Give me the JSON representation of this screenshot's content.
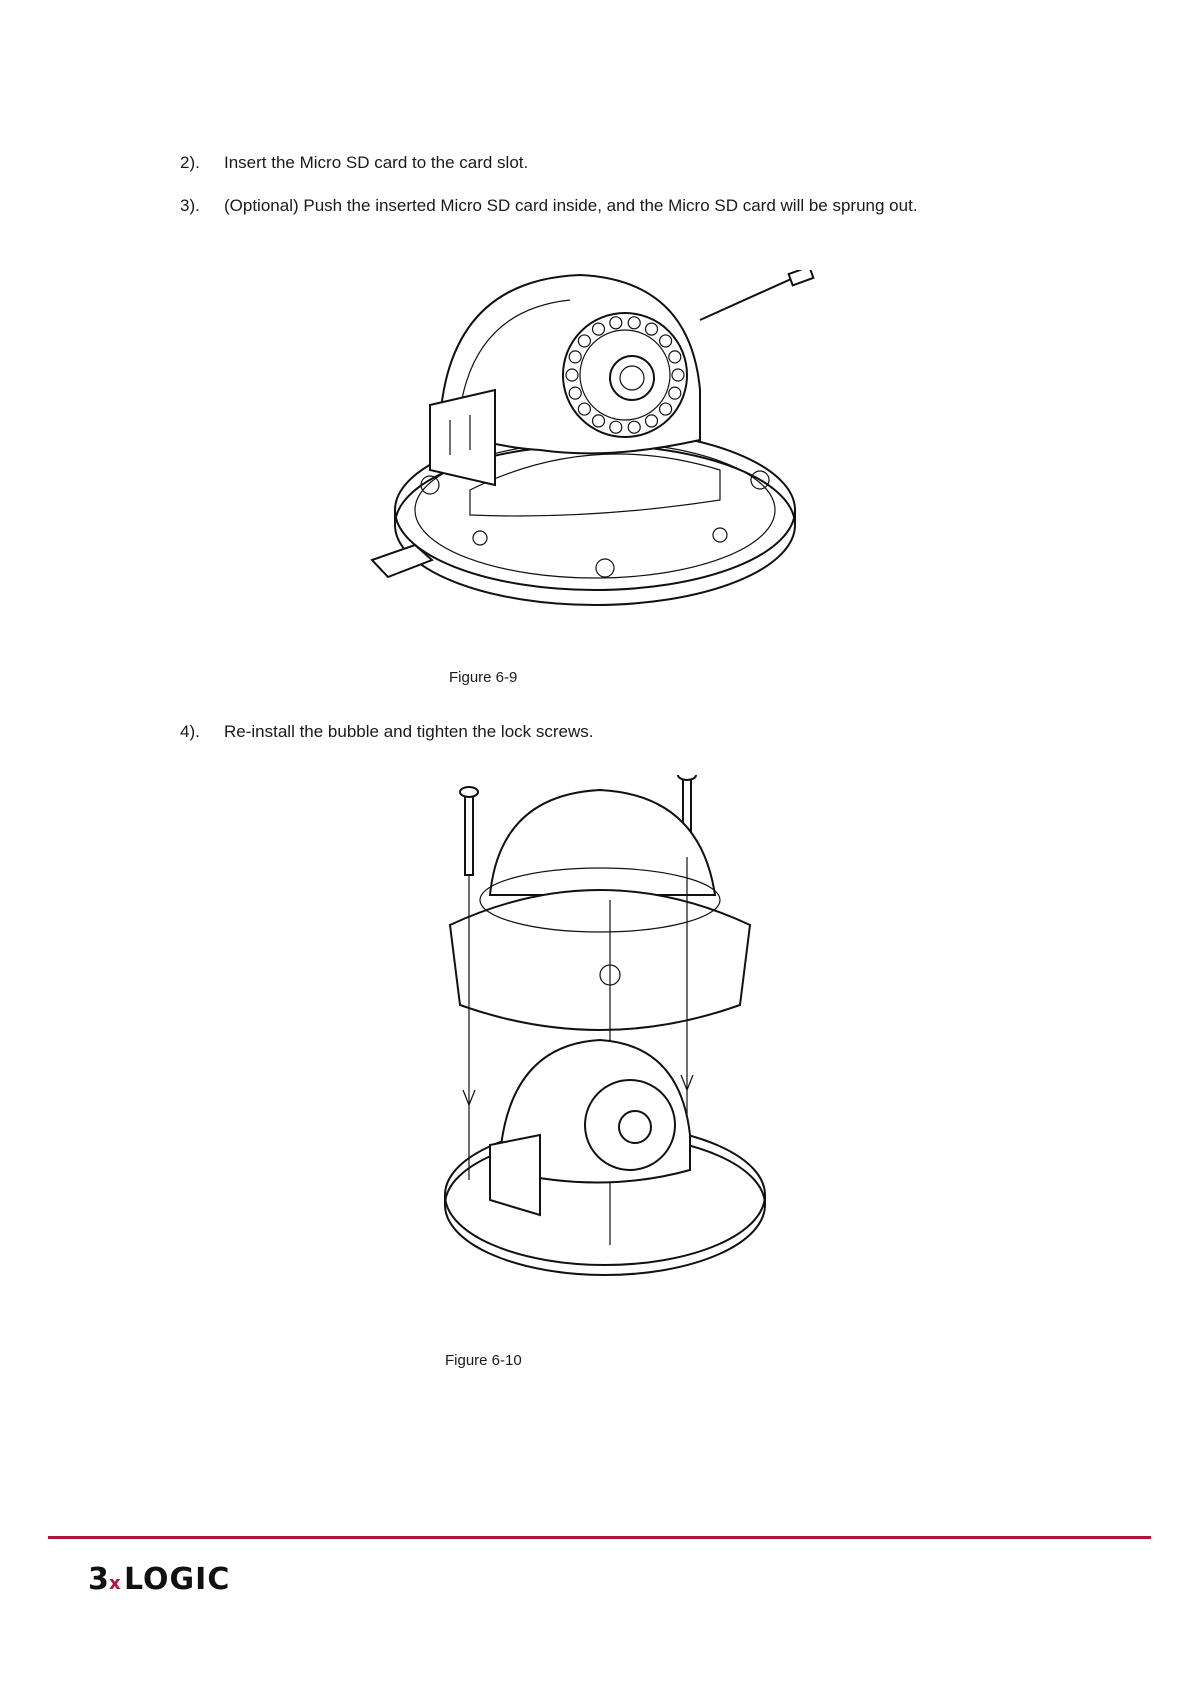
{
  "steps": [
    {
      "number": "2).",
      "text": "Insert the Micro SD card to the card slot."
    },
    {
      "number": "3).",
      "text": "(Optional) Push the inserted Micro SD card inside, and the Micro SD card will be sprung out."
    },
    {
      "number": "4).",
      "text": "Re-install the bubble and tighten the lock screws."
    }
  ],
  "figures": [
    {
      "caption": "Figure 6-9"
    },
    {
      "caption": "Figure 6-10"
    }
  ],
  "footer": {
    "logo_text": "3xLOGIC",
    "accent_color": "#b3123a"
  }
}
